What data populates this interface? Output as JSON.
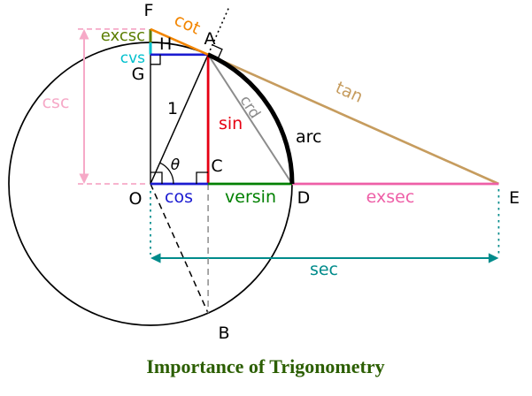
{
  "caption": "Importance of Trigonometry",
  "points": {
    "O": "O",
    "A": "A",
    "B": "B",
    "C": "C",
    "D": "D",
    "E": "E",
    "F": "F",
    "G": "G",
    "H": "H"
  },
  "labels": {
    "sin": "sin",
    "cos": "cos",
    "versin": "versin",
    "exsec": "exsec",
    "tan": "tan",
    "cot": "cot",
    "sec": "sec",
    "csc": "csc",
    "excsc": "excsc",
    "cvs": "cvs",
    "crd": "crd",
    "arc": "arc",
    "radius": "1",
    "theta": "θ"
  },
  "colors": {
    "sin": "#e60012",
    "cos": "#1b1bd1",
    "versin": "#008000",
    "exsec": "#ee5fa7",
    "tan": "#c69c5e",
    "cot": "#f28500",
    "sec": "#008b8b",
    "csc": "#f6a9c7",
    "excsc": "#5a7d00",
    "cvs": "#00c0cd",
    "crd": "#8c8c8c",
    "line": "#000000",
    "caption": "#2b5e00"
  }
}
